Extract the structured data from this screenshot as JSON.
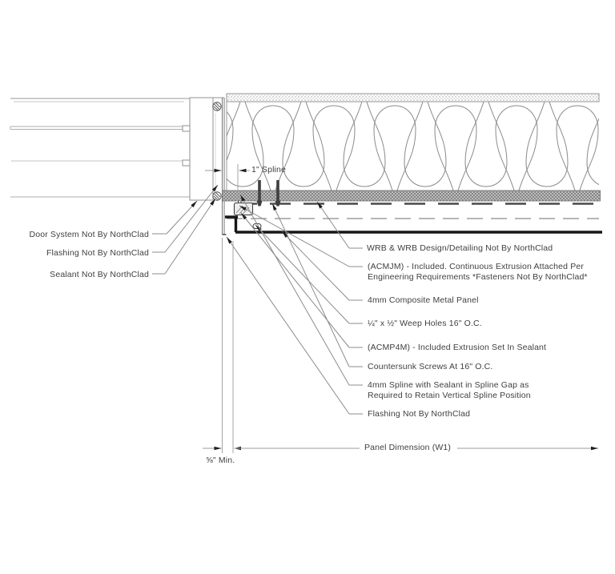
{
  "title": "Door Head / Jamb Detail - NorthClad ACM Panel",
  "colors": {
    "line_gray": "#9a9a9a",
    "text_gray": "#404040",
    "panel_black": "#161616",
    "arrow_black": "#1f1f1f"
  },
  "dimensions": {
    "spline": "1\" Spline",
    "min_gap": "⅝\" Min.",
    "panel_width": "Panel Dimension (W1)"
  },
  "labels": {
    "left": [
      {
        "text": "Door System Not By NorthClad"
      },
      {
        "text": "Flashing Not By NorthClad"
      },
      {
        "text": "Sealant Not By NorthClad"
      }
    ],
    "right": [
      {
        "lines": [
          "WRB & WRB Design/Detailing Not By NorthClad"
        ]
      },
      {
        "lines": [
          "(ACMJM) - Included. Continuous Extrusion Attached Per",
          "Engineering Requirements *Fasteners Not By NorthClad*"
        ]
      },
      {
        "lines": [
          "4mm Composite Metal Panel"
        ]
      },
      {
        "lines": [
          "¼\" x ½\" Weep Holes 16\" O.C."
        ]
      },
      {
        "lines": [
          "(ACMP4M) - Included Extrusion Set In Sealant"
        ]
      },
      {
        "lines": [
          "Countersunk Screws At 16\" O.C."
        ]
      },
      {
        "lines": [
          "4mm Spline with Sealant in Spline Gap as",
          "Required to Retain Vertical Spline Position"
        ]
      },
      {
        "lines": [
          "Flashing Not By NorthClad"
        ]
      }
    ]
  }
}
